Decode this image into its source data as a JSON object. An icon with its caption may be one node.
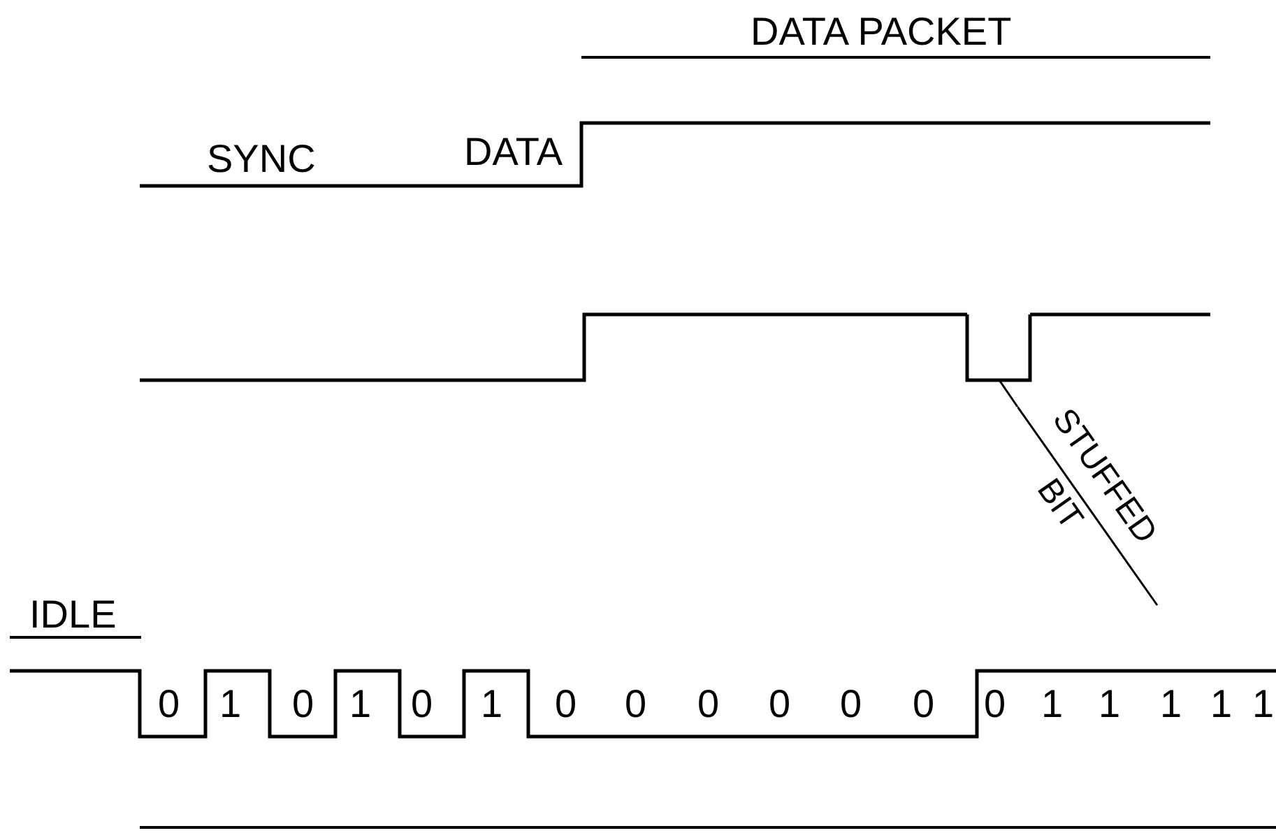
{
  "diagram": {
    "nodes": [
      {
        "text": [
          "STUFFED",
          "BIT"
        ]
      },
      {
        "text": [],
        "shape": "bar"
      }
    ],
    "edges": [
      {
        "from": 0,
        "to": 1,
        "arrow": "none"
      }
    ],
    "labels": [
      "DATA PACKET",
      "SYNC",
      "DATA",
      "IDLE",
      "0",
      "1",
      "0",
      "1",
      "0",
      "1",
      "0",
      "0",
      "0",
      "0",
      "0",
      "0",
      "0",
      "1",
      "1",
      "1",
      "1",
      "1"
    ]
  }
}
